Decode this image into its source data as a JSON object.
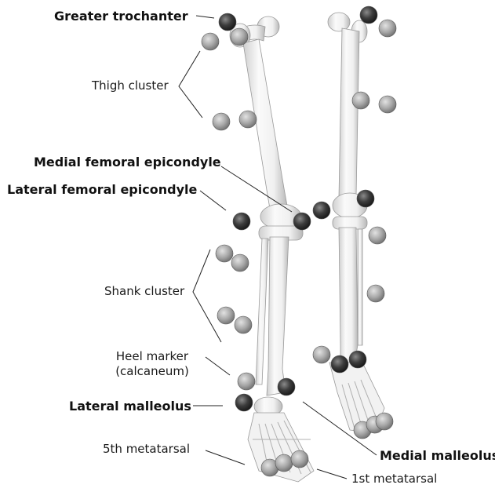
{
  "labels": {
    "greater_trochanter": "Greater trochanter",
    "thigh_cluster": "Thigh cluster",
    "medial_femoral_epicondyle": "Medial femoral epicondyle",
    "lateral_femoral_epicondyle": "Lateral femoral epicondyle",
    "shank_cluster": "Shank cluster",
    "heel_marker_line1": "Heel marker",
    "heel_marker_line2": "(calcaneum)",
    "lateral_malleolus": "Lateral malleolus",
    "fifth_metatarsal": "5th metatarsal",
    "medial_malleolus": "Medial malleolus",
    "first_metatarsal": "1st metatarsal"
  },
  "colors": {
    "background": "#ffffff",
    "bone_light": "#f4f4f4",
    "bone_shade": "#c8c8c8",
    "anatomical_marker": "#3c3c3c",
    "cluster_marker": "#9a9a9a",
    "leader_line": "#222222"
  }
}
